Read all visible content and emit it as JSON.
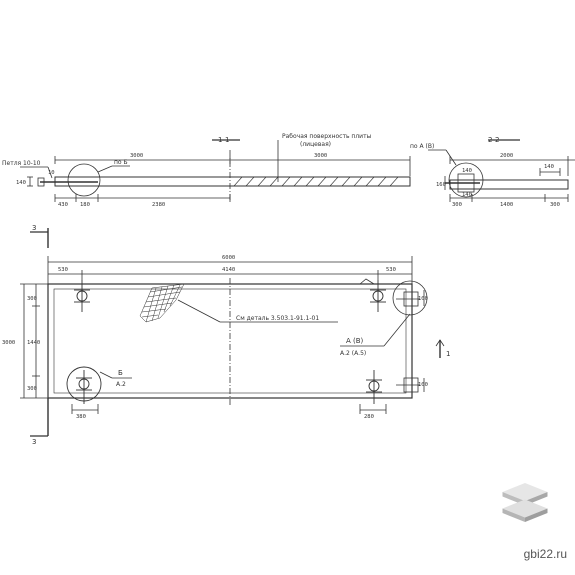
{
  "watermark": {
    "site": "gbi22.ru",
    "logo": "stacked-slabs-icon"
  },
  "section_1_1": {
    "mark": "1-1",
    "surface_note": "Рабочая поверхность плиты",
    "surface_sub": "(лицевая)",
    "dim_top_left": "3000",
    "dim_top_right": "3000",
    "dim_b1": "430",
    "dim_b2": "180",
    "dim_b3": "2380",
    "loop_label": "Петля 10-10",
    "ref": "по Б",
    "h_dim_left": "140",
    "h_dim_right": "10"
  },
  "section_2_2": {
    "mark": "2-2",
    "ref": "по А (В)",
    "dim_top": "2000",
    "dim_b1": "300",
    "dim_b2": "1400",
    "dim_b3": "300",
    "dim_in1": "140",
    "dim_in2": "140",
    "dim_in3": "140",
    "h_dim": "160"
  },
  "plan": {
    "section_mark": "3",
    "section_mark_bottom": "3",
    "dim_total": "6000",
    "dim_left": "530",
    "dim_mid": "4140",
    "dim_right": "530",
    "dim_h_total": "3000",
    "dim_h1": "300",
    "dim_h2": "1440",
    "dim_h3": "300",
    "dim_bl": "380",
    "dim_br": "280",
    "dim_r1": "100",
    "dim_r2": "100",
    "ref_note": "См деталь 3.503.1-91.1-01",
    "callout_a": "А (В)",
    "callout_a_sub": "А.2 (А.5)",
    "callout_b": "Б",
    "callout_b_sub": "А.2",
    "mark_right": "1"
  }
}
